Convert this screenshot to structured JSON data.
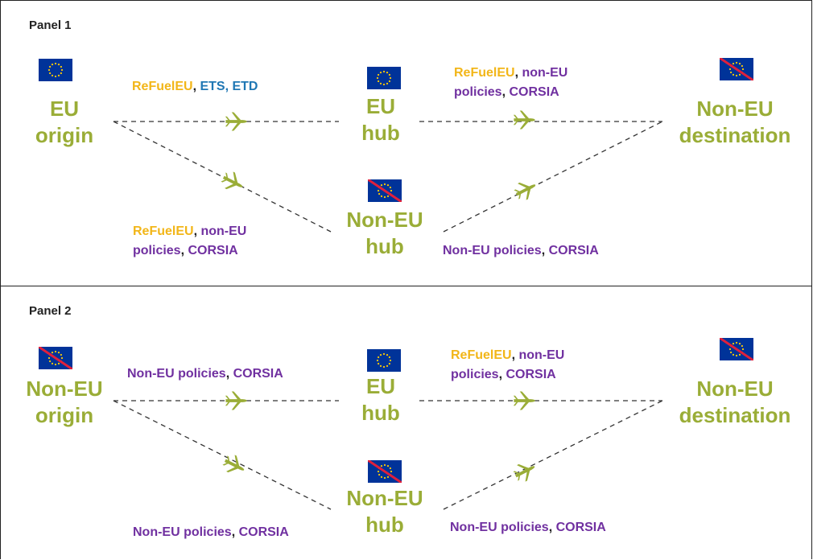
{
  "colors": {
    "node_text": "#9aad37",
    "plane": "#9aad37",
    "refueleu": "#f2b619",
    "ets_etd": "#1f77b4",
    "non_eu": "#7030a0",
    "separator": "#222222",
    "eu_flag_bg": "#003399",
    "eu_flag_stars": "#ffcc00",
    "strike": "#e0203c"
  },
  "icons": {
    "eu_flag": "eu-flag-icon",
    "non_eu_flag": "non-eu-flag-icon",
    "plane": "airplane-icon"
  },
  "panel1": {
    "title": "Panel 1",
    "origin": {
      "line1": "EU",
      "line2": "origin",
      "flag": "eu"
    },
    "eu_hub": {
      "line1": "EU",
      "line2": "hub",
      "flag": "eu"
    },
    "non_eu_hub": {
      "line1": "Non-EU",
      "line2": "hub",
      "flag": "non-eu"
    },
    "destination": {
      "line1": "Non-EU",
      "line2": "destination",
      "flag": "non-eu"
    },
    "label_origin_euhub": {
      "p1": "ReFuelEU",
      "sep1": ", ",
      "p2": "ETS, ETD"
    },
    "label_euhub_dest": {
      "p1": "ReFuelEU",
      "sep1": ", ",
      "p2": "non-EU",
      "p3": "policies",
      "sep2": ", ",
      "p4": "CORSIA"
    },
    "label_origin_noneuhub": {
      "p1": "ReFuelEU",
      "sep1": ", ",
      "p2": "non-EU",
      "p3": "policies",
      "sep2": ", ",
      "p4": "CORSIA"
    },
    "label_noneuhub_dest": {
      "p1": "Non-EU policies",
      "sep1": ", ",
      "p2": "CORSIA"
    }
  },
  "panel2": {
    "title": "Panel 2",
    "origin": {
      "line1": "Non-EU",
      "line2": "origin",
      "flag": "non-eu"
    },
    "eu_hub": {
      "line1": "EU",
      "line2": "hub",
      "flag": "eu"
    },
    "non_eu_hub": {
      "line1": "Non-EU",
      "line2": "hub",
      "flag": "non-eu"
    },
    "destination": {
      "line1": "Non-EU",
      "line2": "destination",
      "flag": "non-eu"
    },
    "label_origin_euhub": {
      "p1": "Non-EU policies",
      "sep1": ", ",
      "p2": "CORSIA"
    },
    "label_euhub_dest": {
      "p1": "ReFuelEU",
      "sep1": ", ",
      "p2": "non-EU",
      "p3": "policies",
      "sep2": ", ",
      "p4": "CORSIA"
    },
    "label_origin_noneuhub": {
      "p1": "Non-EU policies",
      "sep1": ", ",
      "p2": "CORSIA"
    },
    "label_noneuhub_dest": {
      "p1": "Non-EU policies",
      "sep1": ", ",
      "p2": "CORSIA"
    }
  }
}
